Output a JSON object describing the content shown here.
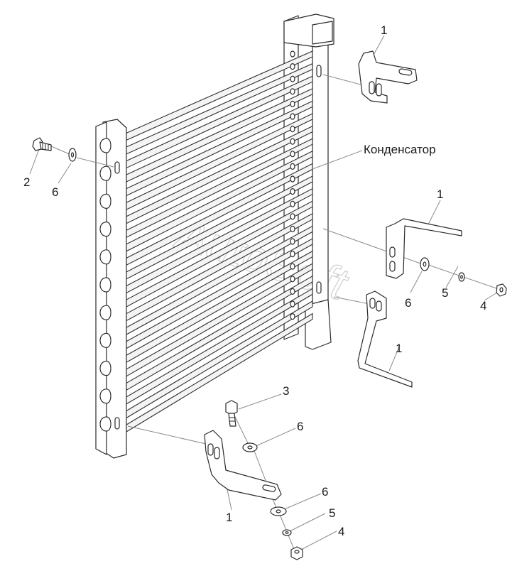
{
  "diagram": {
    "labels": {
      "condenser": "Конденсатор",
      "n1": "1",
      "n2": "2",
      "n3": "3",
      "n4": "4",
      "n5": "5",
      "n6": "6"
    },
    "watermark": "AutoSoft",
    "colors": {
      "line": "#2a2a2a",
      "leader": "#8a8a8a",
      "background": "#ffffff",
      "watermark": "#cfcfcf"
    }
  }
}
